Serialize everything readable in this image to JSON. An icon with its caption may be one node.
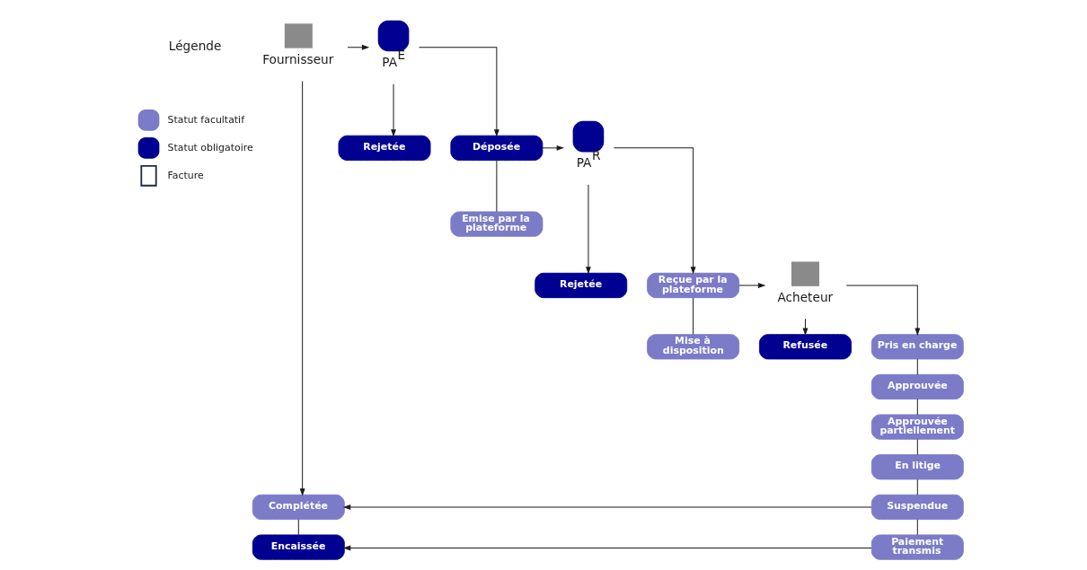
{
  "diagram": {
    "nodes": [
      {
        "text": [
          "Fournisseur"
        ]
      },
      {
        "text": [
          "PA$^{E}$"
        ]
      },
      {
        "text": [
          "Rejetée"
        ]
      },
      {
        "text": [
          "Déposée"
        ]
      },
      {
        "text": [
          "Emise par la plateforme"
        ]
      },
      {
        "text": [
          "PA$^{R}$"
        ]
      },
      {
        "text": [
          "Rejetée"
        ]
      },
      {
        "text": [
          "Reçue par la plateforme"
        ]
      },
      {
        "text": [
          "Mise à disposition"
        ]
      },
      {
        "text": [
          "Acheteur"
        ]
      },
      {
        "text": [
          "Refusée"
        ]
      },
      {
        "text": [
          "Pris en charge"
        ]
      },
      {
        "text": [
          "Approuvée"
        ]
      },
      {
        "text": [
          "Approuvée partiellement"
        ]
      },
      {
        "text": [
          "En litige"
        ]
      },
      {
        "text": [
          "Suspendue"
        ]
      },
      {
        "text": [
          "Paiement transmis"
        ]
      },
      {
        "text": [
          "Complétée"
        ]
      },
      {
        "text": [
          "Encaissée"
        ]
      }
    ],
    "edges": [
      {
        "from": 0,
        "to": 1,
        "arrow": "to"
      },
      {
        "from": 1,
        "to": 2,
        "arrow": "to"
      },
      {
        "from": 1,
        "to": 3,
        "arrow": "to"
      },
      {
        "from": 3,
        "to": 4,
        "arrow": "none"
      },
      {
        "from": 3,
        "to": 5,
        "arrow": "to"
      },
      {
        "from": 5,
        "to": 6,
        "arrow": "to"
      },
      {
        "from": 5,
        "to": 7,
        "arrow": "to"
      },
      {
        "from": 7,
        "to": 8,
        "arrow": "none"
      },
      {
        "from": 7,
        "to": 9,
        "arrow": "to"
      },
      {
        "from": 9,
        "to": 10,
        "arrow": "to"
      },
      {
        "from": 9,
        "to": 11,
        "arrow": "to"
      },
      {
        "from": 11,
        "to": 12,
        "arrow": "none"
      },
      {
        "from": 12,
        "to": 13,
        "arrow": "none"
      },
      {
        "from": 13,
        "to": 14,
        "arrow": "none"
      },
      {
        "from": 14,
        "to": 15,
        "arrow": "none"
      },
      {
        "from": 15,
        "to": 16,
        "arrow": "none"
      },
      {
        "from": 0,
        "to": 17,
        "arrow": "to"
      },
      {
        "from": 15,
        "to": 17,
        "arrow": "to"
      },
      {
        "from": 16,
        "to": 18,
        "arrow": "to"
      },
      {
        "from": 17,
        "to": 18,
        "arrow": "none"
      }
    ],
    "labels": [
      "Légende"
    ],
    "legend": [
      {
        "text": "Statut facultatif",
        "color": "#7b7bc8"
      },
      {
        "text": "Statut obligatoire",
        "color": "#000091"
      },
      {
        "text": "Facture"
      }
    ]
  }
}
